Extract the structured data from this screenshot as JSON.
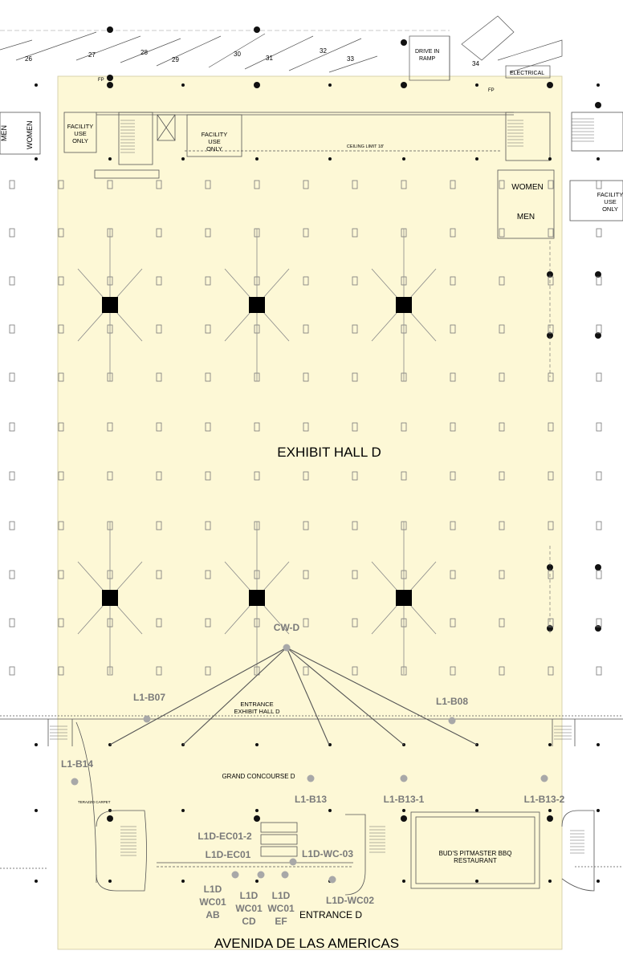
{
  "hall": {
    "title": "EXHIBIT HALL D",
    "entrance_label_1": "ENTRANCE",
    "entrance_label_2": "EXHIBIT HALL D",
    "concourse": "GRAND CONCOURSE D",
    "street": "AVENIDA DE LAS AMERICAS",
    "entrance_d": "ENTRANCE D",
    "ceiling_limit": "CEILING LIMIT 18'"
  },
  "dock": {
    "bays": [
      "26",
      "27",
      "28",
      "29",
      "30",
      "31",
      "32",
      "33",
      "34"
    ],
    "drive_in_1": "DRIVE IN",
    "drive_in_2": "RAMP",
    "electrical": "ELECTRICAL",
    "fp": "FP"
  },
  "rooms": {
    "facility_left": [
      "FACILITY",
      "USE",
      "ONLY"
    ],
    "facility_center": [
      "FACILITY",
      "USE",
      "ONLY"
    ],
    "facility_right": [
      "FACILITY",
      "USE",
      "ONLY"
    ],
    "women": "WOMEN",
    "men": "MEN",
    "men_left": "MEN",
    "women_left": "WOMEN",
    "restaurant_1": "BUD'S PITMASTER BBQ",
    "restaurant_2": "RESTAURANT"
  },
  "markers": {
    "cw_d": "CW-D",
    "b07": "L1-B07",
    "b08": "L1-B08",
    "b14": "L1-B14",
    "b13": "L1-B13",
    "b13_1": "L1-B13-1",
    "b13_2": "L1-B13-2",
    "ec01_2": "L1D-EC01-2",
    "ec01": "L1D-EC01",
    "wc03": "L1D-WC-03",
    "wc02": "L1D-WC02",
    "wc01ab": [
      "L1D",
      "WC01",
      "AB"
    ],
    "wc01cd": [
      "L1D",
      "WC01",
      "CD"
    ],
    "wc01ef": [
      "L1D",
      "WC01",
      "EF"
    ]
  },
  "colors": {
    "hall_fill": "#fdf8d6",
    "marker_gray": "#a8a8a8",
    "label_gray": "#7a7a7a"
  }
}
